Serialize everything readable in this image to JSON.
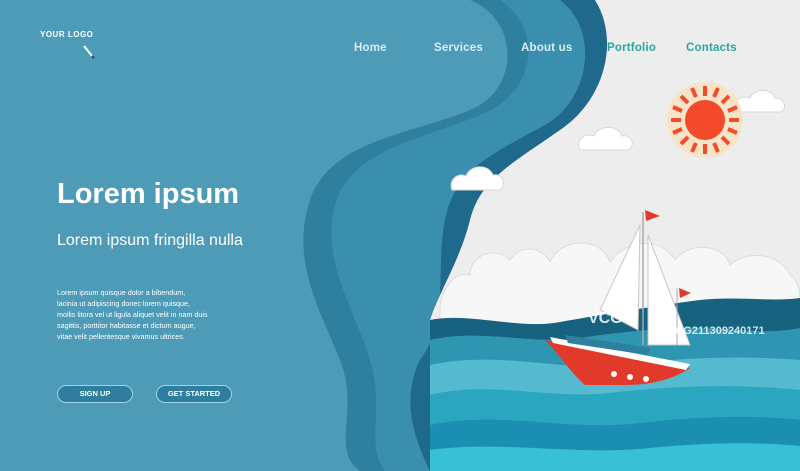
{
  "logo": {
    "text": "YOUR LOGO"
  },
  "nav": {
    "items": [
      "Home",
      "Services",
      "About us",
      "Portfolio",
      "Contacts"
    ]
  },
  "hero": {
    "title": "Lorem ipsum",
    "subtitle": "Lorem ipsum fringilla nulla",
    "body": [
      "Lorem ipsum quisque dolor a bibendum,",
      "lacinia ut adipiscing donec lorem quisque,",
      "mollis litora vel ut ligula aliquet velit in nam duis",
      "sagittis, porttitor habitasse et dictum augue,",
      "vitae velit pellentesque vivamus ultrices."
    ]
  },
  "buttons": {
    "signup": "SIGN UP",
    "get_started": "GET STARTED"
  },
  "watermark": {
    "logo": "VCG",
    "id": "VCG211309240171"
  },
  "colors": {
    "background": "#4e9bb8",
    "nav_light": "#d6eef5",
    "nav_accent": "#2aa8a0",
    "sky": "#ececec",
    "sun": "#f24a2a",
    "boat": "#e23a2a"
  }
}
